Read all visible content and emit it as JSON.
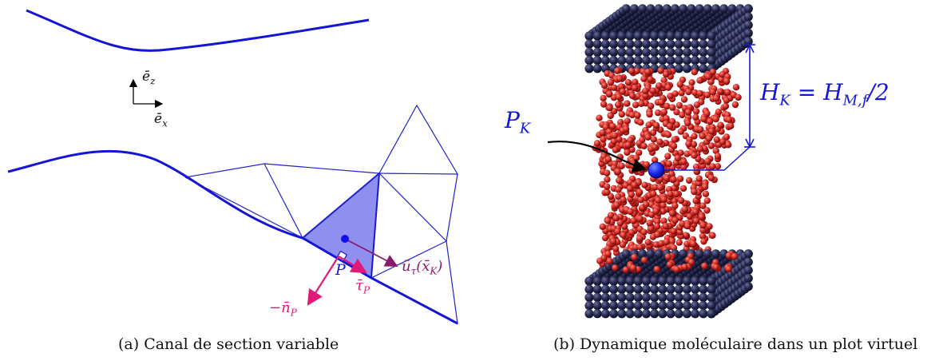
{
  "panel_a": {
    "caption": "(a) Canal de section variable",
    "axis_ez": "ē",
    "axis_ez_sub": "z",
    "axis_ex": "ē",
    "axis_ex_sub": "x",
    "point_p": "P",
    "tau_p": "τ̄",
    "tau_p_sub": "P",
    "minus_n_p": "−n̄",
    "minus_n_p_sub": "P",
    "u_tau": "ū",
    "u_tau_sub": "τ",
    "u_tau_arg": "(x̄",
    "u_tau_arg_sub": "K",
    "u_tau_close": ")"
  },
  "panel_b": {
    "caption": "(b) Dynamique moléculaire dans un plot virtuel",
    "p_k": "P",
    "p_k_sub": "K",
    "height_label": "H",
    "height_label_sub": "K",
    "height_eq": " = H",
    "height_eq_sub": "M,f",
    "height_tail": "/2"
  },
  "colors": {
    "wall": "#1515d6",
    "mesh": "#2222cc",
    "element_fill": "#8f8ff0",
    "magenta": "#e01a7a",
    "purple": "#8b1a6b",
    "platen": "#23264a",
    "particle": "#cc2020",
    "point": "#1010ee"
  }
}
